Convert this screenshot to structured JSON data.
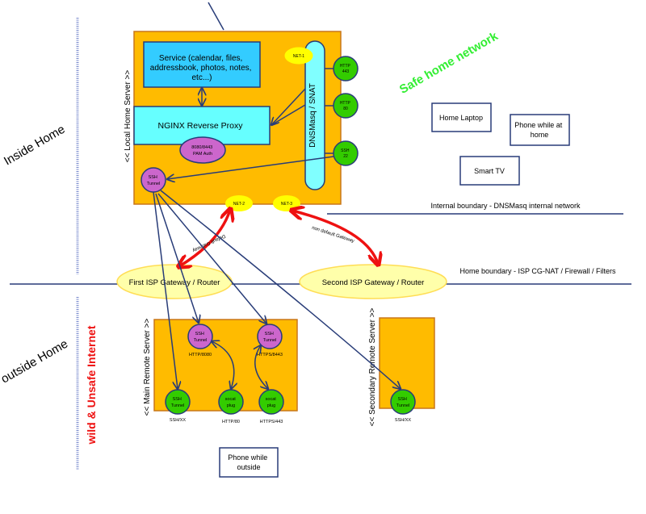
{
  "zones": {
    "inside": "Inside Home",
    "outside": "outside Home",
    "wild": "wild & Unsafe Internet",
    "safe": "Safe home network"
  },
  "servers": {
    "local": "<< Local Home Server >>",
    "main": "<< Main Remote Server >>",
    "secondary": "<< Secondary Remote Server >>"
  },
  "local": {
    "service": [
      "Service (calendar, files,",
      "addressbook, photos, notes,",
      "etc...)"
    ],
    "nginx": "NGINX Reverse Proxy",
    "auth": [
      "8080/8443",
      "PAM Auth"
    ],
    "ssh_tunnel": [
      "SSH",
      "Tunnel"
    ],
    "dnsmasq": "DNSMasq / SNAT",
    "net1": "NET-1",
    "net2": "NET-2",
    "net3": "NET-3",
    "http443": [
      "HTTP",
      "443"
    ],
    "http80": [
      "HTTP",
      "80"
    ],
    "ssh22": [
      "SSH",
      "22"
    ]
  },
  "devices": {
    "laptop": "Home Laptop",
    "phone_home": [
      "Phone while at",
      "home"
    ],
    "tv": "Smart TV",
    "phone_outside": [
      "Phone while",
      "outside"
    ]
  },
  "boundaries": {
    "internal": "Internal boundary - DNSMasq internal network",
    "home": "Home boundary - ISP CG-NAT / Firewall / Filters"
  },
  "gateways": {
    "first": "First ISP Gateway / Router",
    "second": "Second ISP Gateway / Router",
    "default_label": "Default Gateway",
    "nondefault_label": "non default Gateway"
  },
  "remote": {
    "tunnel_http": [
      "SSH",
      "Tunnel"
    ],
    "tunnel_http_label": "HTTP/8080",
    "tunnel_https": [
      "SSH",
      "Tunnel"
    ],
    "tunnel_https_label": "HTTPS/8443",
    "ssh_main": [
      "SSH",
      "Tunnel"
    ],
    "ssh_main_label": "SSH/XX",
    "socat80": [
      "socat",
      "plug"
    ],
    "socat80_label": "HTTP/80",
    "socat443": [
      "socat",
      "plug"
    ],
    "socat443_label": "HTTPS/443",
    "ssh_secondary": [
      "SSH",
      "Tunnel"
    ],
    "ssh_secondary_label": "SSH/XX"
  },
  "colors": {
    "server_fill": "#ffbb00",
    "server_stroke": "#c9761a",
    "service_fill": "#33ccff",
    "nginx_fill": "#66ffff",
    "dnsmasq_fill": "#80ffff",
    "green_node": "#33cc00",
    "purple_node": "#cc66cc",
    "yellow_net": "#ffff00",
    "gateway_fill": "#ffffaa",
    "line_blue": "#283c78",
    "red_arrow": "#ee1111",
    "safe_text": "#33ee33",
    "wild_text": "#ee1111",
    "dots": "#7788cc"
  }
}
